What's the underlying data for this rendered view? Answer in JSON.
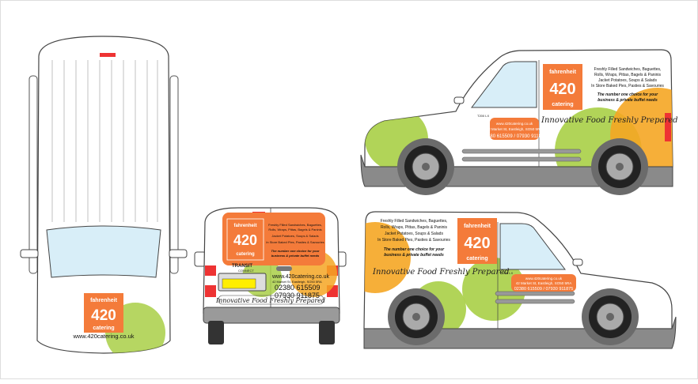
{
  "brand": {
    "line1": "fahrenheit",
    "number": "420",
    "degree": "°",
    "line2": "catering"
  },
  "services": [
    "Freshly Filled Sandwiches, Baguettes,",
    "Rolls, Wraps, Pittas, Bagels & Paninis",
    "Jacket Potatoes, Soups & Salads",
    "In Store Baked Pies, Pasties & Savouries"
  ],
  "slogan": [
    "The number one choice for your",
    "business & private buffet needs"
  ],
  "tagline": "Innovative Food Freshly Prepared",
  "contact": {
    "website": "www.420catering.co.uk",
    "address": "42 Market St, Eastleigh, SO50 5RA",
    "phones": "02380 615509 / 07930 911875",
    "phone1": "02380 615509",
    "phone2": "07930 911875"
  },
  "badges": {
    "model": "TRANSIT",
    "model_sub": "CONNECT",
    "side_model": "T200 LX"
  },
  "colors": {
    "orange": "#f47b3a",
    "lime": "#a9cf46",
    "body": "#ffffff",
    "trim": "#8a8a8a",
    "glass": "#d8eef8",
    "plate": "#ffee00"
  }
}
